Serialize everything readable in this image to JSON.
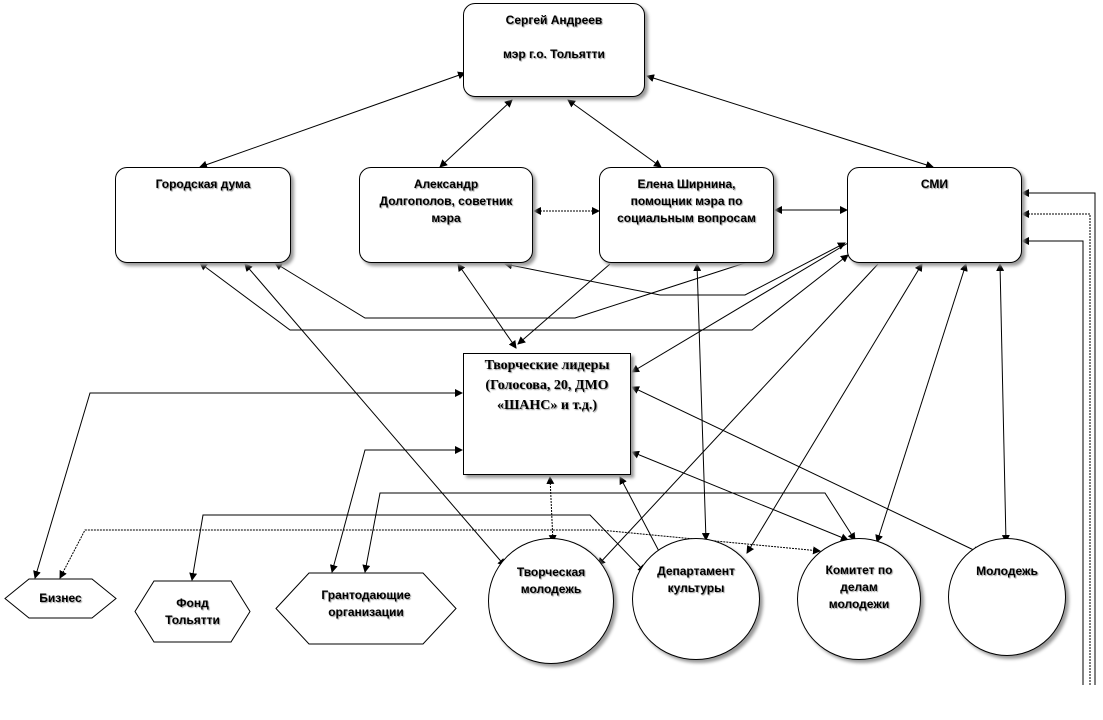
{
  "nodes": {
    "mayor": {
      "name": "Сергей Андреев",
      "role": "мэр г.о. Тольятти"
    },
    "duma": {
      "label": "Городская дума"
    },
    "dolgopolov": {
      "lines": [
        "Александр",
        "Долгополов, советник",
        "мэра"
      ]
    },
    "shirnina": {
      "lines": [
        "Елена Ширнина,",
        "помощник мэра по",
        "социальным вопросам"
      ]
    },
    "smi": {
      "label": "СМИ"
    },
    "leaders": {
      "lines": [
        "Творческие лидеры",
        "(Голосова, 20, ДМО",
        "«ШАНС»  и т.д.)"
      ]
    },
    "business": {
      "label": "Бизнес"
    },
    "fund": {
      "lines": [
        "Фонд",
        "Тольятти"
      ]
    },
    "grants": {
      "lines": [
        "Грантодающие",
        "организации"
      ]
    },
    "creative_youth": {
      "lines": [
        "Творческая",
        "молодежь"
      ]
    },
    "culture_dept": {
      "lines": [
        "Департамент",
        "культуры"
      ]
    },
    "youth_committee": {
      "lines": [
        "Комитет по",
        "делам",
        "молодежи"
      ]
    },
    "youth": {
      "label": "Молодежь"
    }
  }
}
